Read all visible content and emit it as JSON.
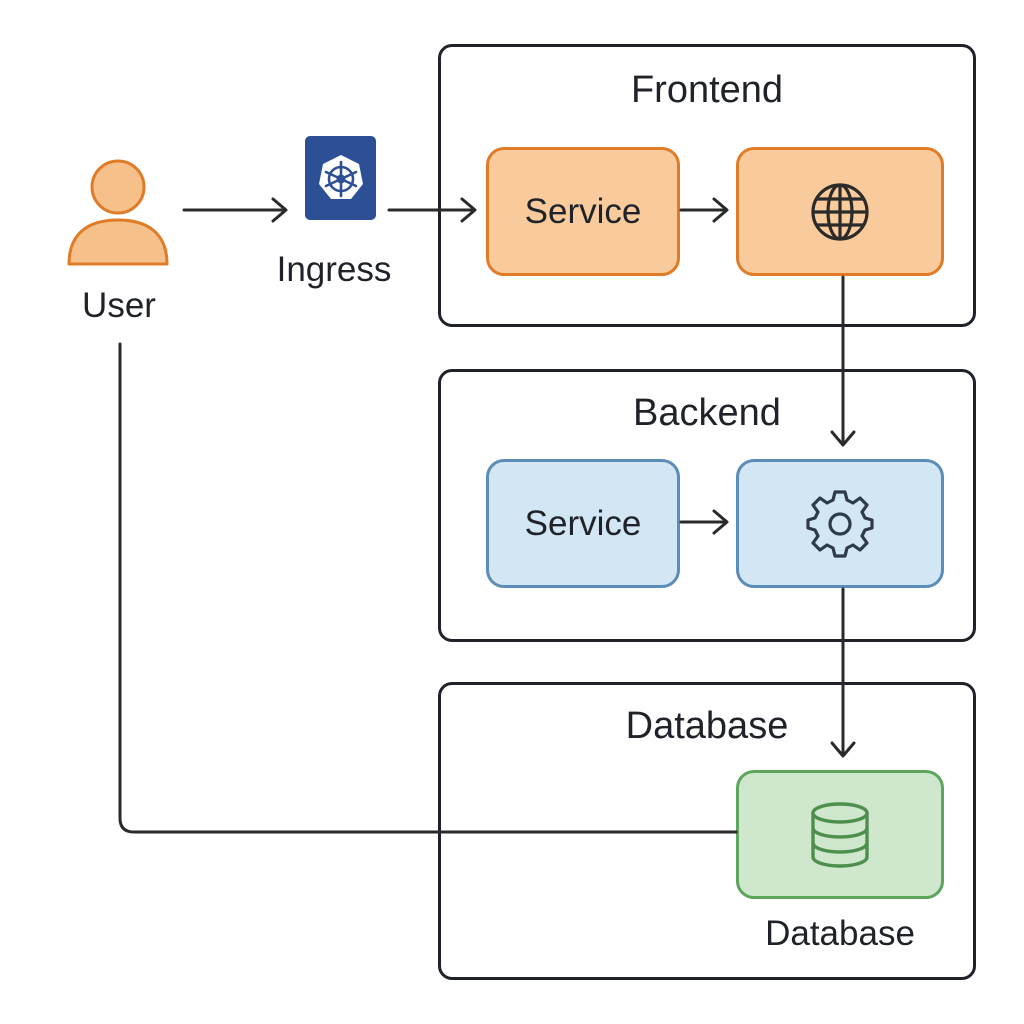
{
  "user": {
    "label": "User",
    "icon": "person-icon",
    "color": "#f5c08a",
    "stroke": "#e07b27"
  },
  "ingress": {
    "label": "Ingress",
    "icon": "kubernetes-helm-icon",
    "color": "#2d4f95"
  },
  "groups": {
    "frontend": {
      "title": "Frontend"
    },
    "backend": {
      "title": "Backend"
    },
    "database": {
      "title": "Database"
    }
  },
  "nodes": {
    "frontend_service": {
      "label": "Service",
      "fill": "#f9cb9c",
      "stroke": "#e07b27"
    },
    "frontend_web": {
      "icon": "globe-icon",
      "fill": "#f9cb9c",
      "stroke": "#e07b27"
    },
    "backend_service": {
      "label": "Service",
      "fill": "#d2e6f3",
      "stroke": "#5b8db8"
    },
    "backend_app": {
      "icon": "gear-icon",
      "fill": "#d2e6f3",
      "stroke": "#5b8db8"
    },
    "db": {
      "icon": "database-icon",
      "label": "Database",
      "fill": "#cfe7cc",
      "stroke": "#5da55d"
    }
  },
  "edges": [
    {
      "from": "User",
      "to": "Ingress"
    },
    {
      "from": "Ingress",
      "to": "Frontend Service"
    },
    {
      "from": "Frontend Service",
      "to": "Frontend web"
    },
    {
      "from": "Frontend web",
      "to": "Backend app"
    },
    {
      "from": "Backend Service",
      "to": "Backend app"
    },
    {
      "from": "Backend app",
      "to": "Database"
    },
    {
      "from": "User",
      "to": "Database"
    }
  ]
}
